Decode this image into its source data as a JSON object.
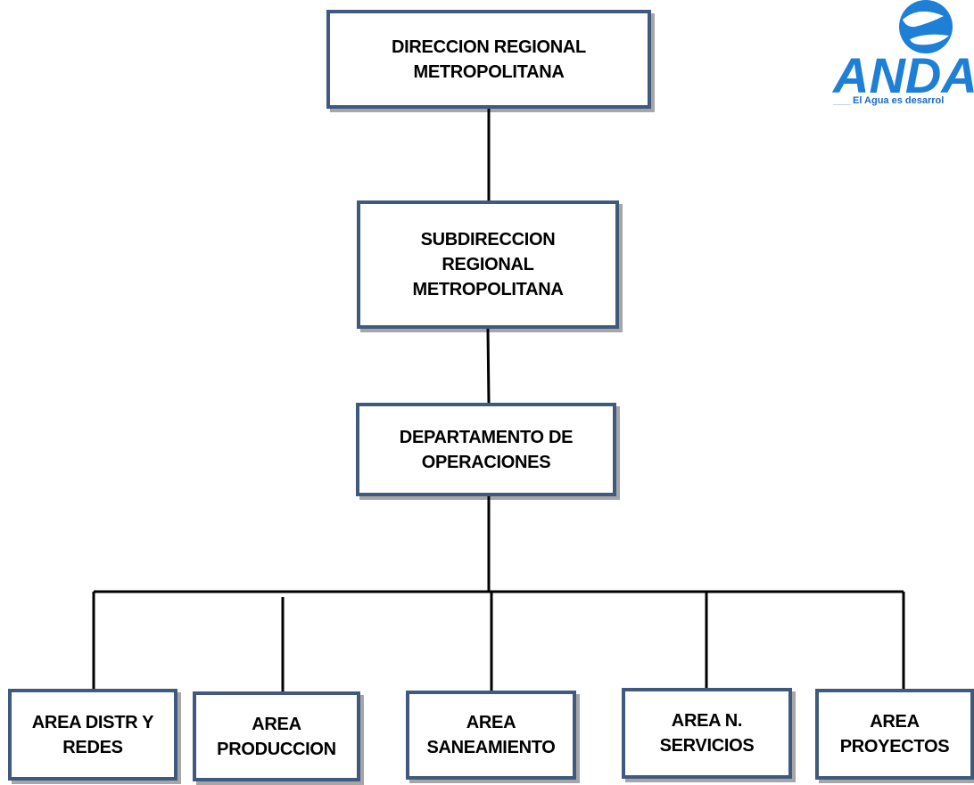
{
  "org_chart": {
    "level1": {
      "label": "DIRECCION REGIONAL\nMETROPOLITANA"
    },
    "level2": {
      "label": "SUBDIRECCION\nREGIONAL\nMETROPOLITANA"
    },
    "level3": {
      "label": "DEPARTAMENTO DE\nOPERACIONES"
    },
    "areas": [
      {
        "label": "AREA DISTR Y\nREDES"
      },
      {
        "label": "AREA\nPRODUCCION"
      },
      {
        "label": "AREA\nSANEAMIENTO"
      },
      {
        "label": "AREA N.\nSERVICIOS"
      },
      {
        "label": "AREA\nPROYECTOS"
      }
    ]
  },
  "logo": {
    "name": "ANDA",
    "tagline": "El Agua es desarrol",
    "colors": {
      "primary": "#1e7fd6",
      "dark": "#0d4f9e"
    }
  },
  "colors": {
    "box_border": "#3f5a7e",
    "connector": "#000000"
  }
}
